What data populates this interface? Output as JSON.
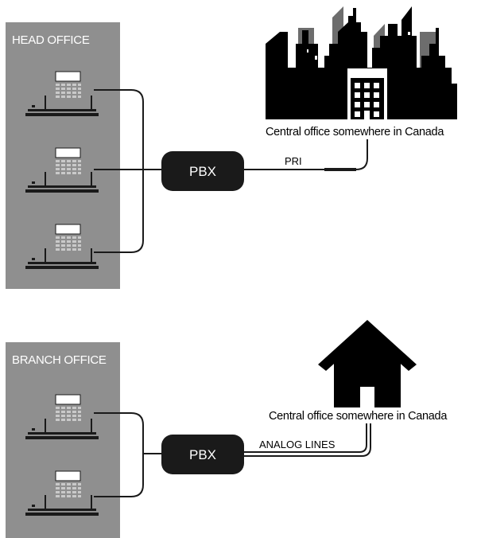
{
  "head_office": {
    "title": "HEAD OFFICE",
    "pbx_label": "PBX",
    "link_label": "PRI",
    "central_office_label": "Central office somewhere in Canada"
  },
  "branch_office": {
    "title": "BRANCH OFFICE",
    "pbx_label": "PBX",
    "link_label": "ANALOG LINES",
    "central_office_label": "Central office somewhere in Canada"
  },
  "colors": {
    "panel": "#8f8f8f",
    "device": "#1a1a1a",
    "phone_light": "#ffffff"
  },
  "icons": [
    "desk-phone-icon",
    "city-skyline-icon",
    "office-building-icon",
    "house-icon"
  ]
}
